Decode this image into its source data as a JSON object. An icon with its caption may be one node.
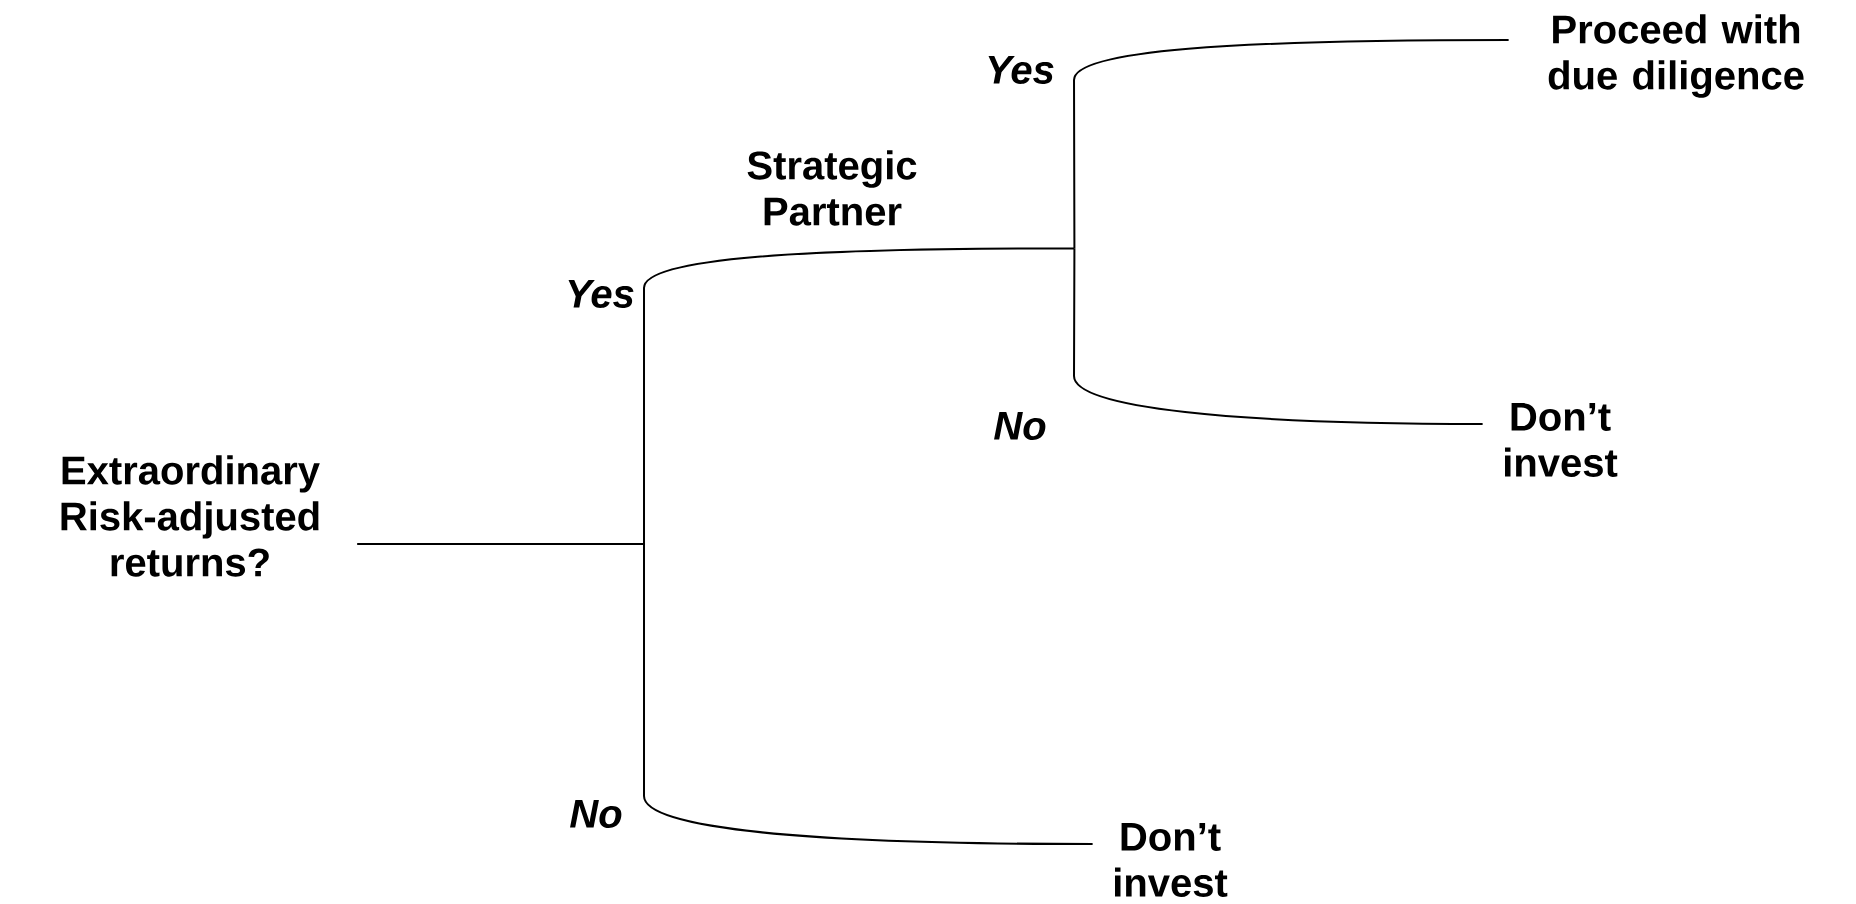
{
  "diagram": {
    "nodes": [
      {
        "text": [
          "Extraordinary Risk-adjusted returns?"
        ]
      },
      {
        "text": [
          "Strategic Partner"
        ]
      },
      {
        "text": [
          "Proceed with due diligence"
        ]
      },
      {
        "text": [
          "Don’t invest"
        ]
      },
      {
        "text": [
          "Don’t invest"
        ]
      }
    ],
    "edges": [
      {
        "from": 0,
        "to": 1,
        "arrow": "none",
        "label": "Yes"
      },
      {
        "from": 0,
        "to": 4,
        "arrow": "none",
        "label": "No"
      },
      {
        "from": 1,
        "to": 2,
        "arrow": "none",
        "label": "Yes"
      },
      {
        "from": 1,
        "to": 3,
        "arrow": "none",
        "label": "No"
      }
    ]
  }
}
